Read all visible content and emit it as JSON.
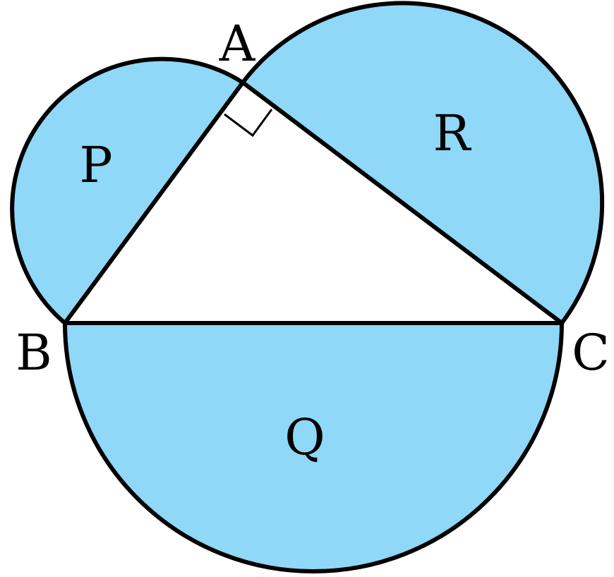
{
  "colors": {
    "fill": "#8fd8f7",
    "stroke": "#000000",
    "background": "#ffffff"
  },
  "vertices": {
    "a": "A",
    "b": "B",
    "c": "C"
  },
  "regions": {
    "p": "P",
    "q": "Q",
    "r": "R"
  }
}
